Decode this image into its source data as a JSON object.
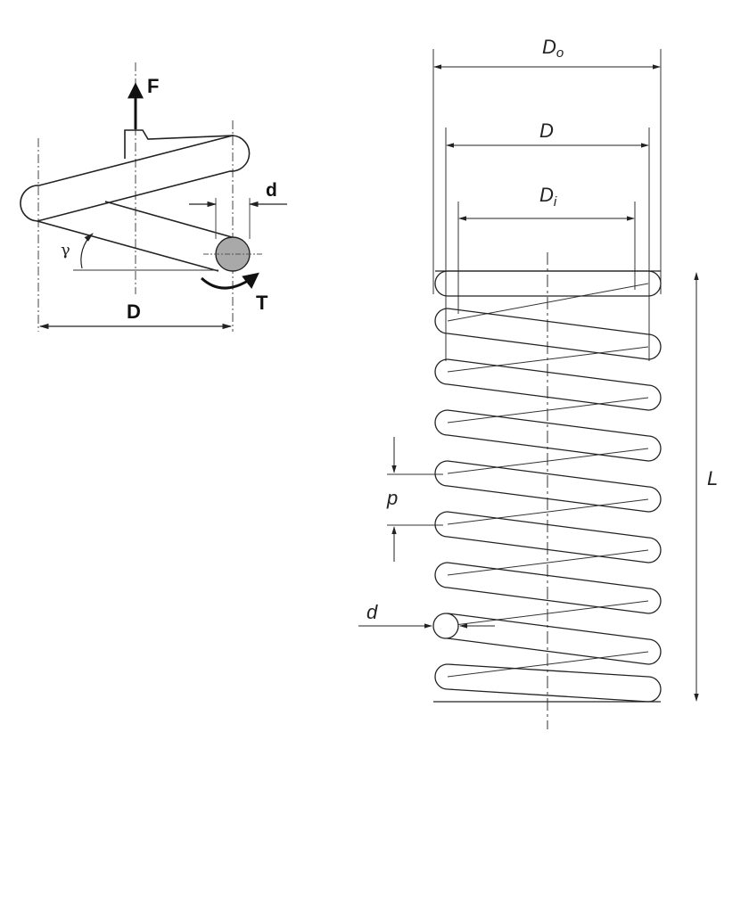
{
  "left_diagram": {
    "force_label": "F",
    "torque_label": "T",
    "wire_diameter_label": "d",
    "mean_diameter_label": "D",
    "helix_angle_label": "γ"
  },
  "right_diagram": {
    "outer_diameter_label": "D",
    "outer_diameter_sub": "o",
    "mean_diameter_label": "D",
    "inner_diameter_label": "D",
    "inner_diameter_sub": "i",
    "pitch_label": "p",
    "wire_diameter_label": "d",
    "length_label": "L"
  }
}
